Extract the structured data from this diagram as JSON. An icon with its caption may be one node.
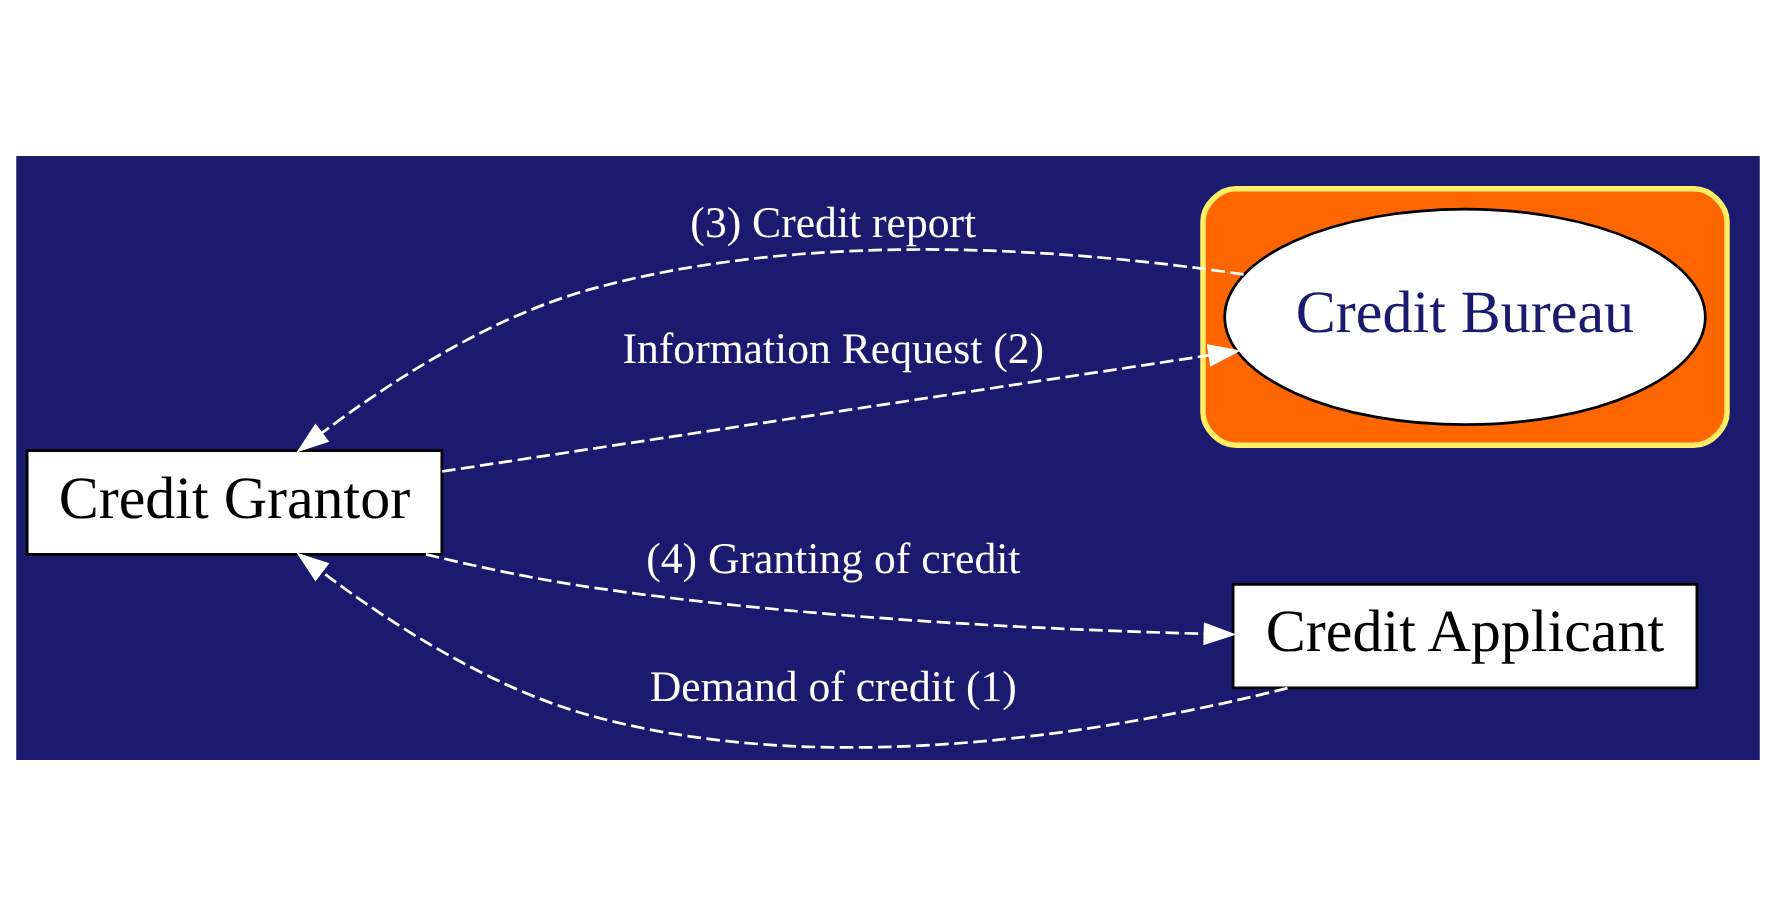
{
  "diagram": {
    "nodes": [
      {
        "text": [],
        "shape": "ellipse"
      },
      {
        "text": [
          "Credit Grantor"
        ]
      },
      {
        "text": [
          "Credit Bureau"
        ],
        "in": 0
      },
      {
        "text": [
          "Credit Applicant"
        ]
      }
    ],
    "edges": [
      {
        "from": 1,
        "to": 3,
        "arrow": "to",
        "style": "dashed",
        "label": "(4) Granting of credit"
      },
      {
        "from": 1,
        "to": 2,
        "arrow": "to",
        "style": "dashed",
        "label": "Information Request (2)"
      },
      {
        "from": 2,
        "to": 1,
        "arrow": "to",
        "style": "dashed",
        "label": "(3) Credit report"
      },
      {
        "from": 3,
        "to": 1,
        "arrow": "to",
        "style": "dashed",
        "label": "Demand of credit (1)"
      }
    ]
  }
}
